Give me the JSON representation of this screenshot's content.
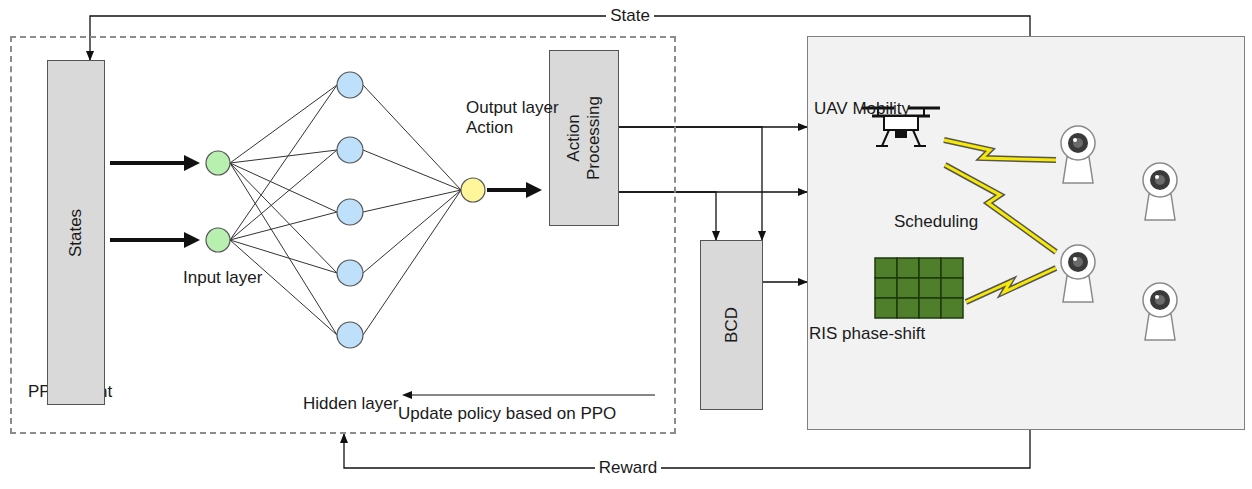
{
  "diagram": {
    "nodes": [
      {
        "text": [
          "PPO Agent"
        ]
      },
      {
        "text": [
          "States"
        ],
        "in": 0
      },
      {
        "text": [
          "Action Processing"
        ],
        "in": 0
      },
      {
        "text": [
          "BCD"
        ]
      },
      {
        "text": [
          "UAV Mobility",
          "Scheduling",
          "RIS phase-shift"
        ]
      }
    ],
    "edges": [
      {
        "from": 4,
        "to": 1,
        "arrow": "to",
        "label": "State"
      },
      {
        "from": 4,
        "to": 0,
        "arrow": "to",
        "label": "Reward"
      },
      {
        "from": 2,
        "to": 4,
        "arrow": "to"
      },
      {
        "from": 2,
        "to": 4,
        "arrow": "to"
      },
      {
        "from": 2,
        "to": 3,
        "arrow": "to"
      },
      {
        "from": 2,
        "to": 3,
        "arrow": "to"
      },
      {
        "from": 3,
        "to": 4,
        "arrow": "to"
      }
    ],
    "labels": [
      "Input layer",
      "Hidden layer",
      "Output layer Action",
      "Update policy based on PPO"
    ]
  }
}
